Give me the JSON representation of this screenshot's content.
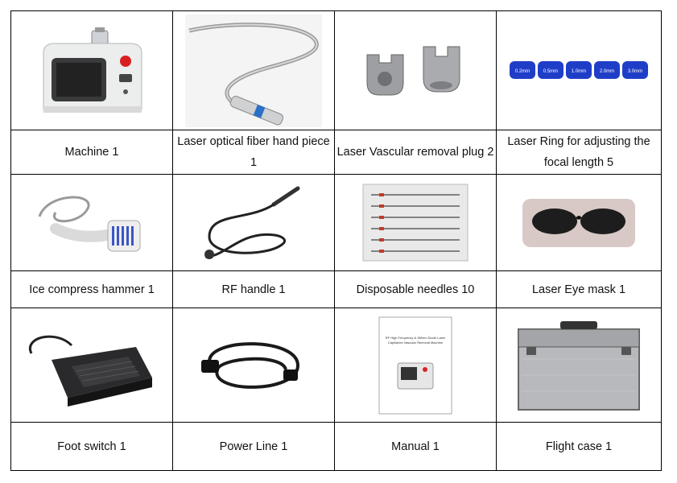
{
  "items": [
    {
      "label": "Machine 1"
    },
    {
      "label": "Laser optical fiber hand piece 1"
    },
    {
      "label": "Laser Vascular removal plug 2"
    },
    {
      "label": "Laser Ring for adjusting the focal length 5"
    },
    {
      "label": "Ice compress hammer 1"
    },
    {
      "label": "RF handle 1"
    },
    {
      "label": "Disposable needles 10"
    },
    {
      "label": "Laser Eye mask 1"
    },
    {
      "label": "Foot switch 1"
    },
    {
      "label": "Power Line 1"
    },
    {
      "label": "Manual 1"
    },
    {
      "label": "Flight case 1"
    }
  ],
  "ring_sizes": [
    "0.2mm",
    "0.5mm",
    "1.0mm",
    "2.0mm",
    "3.0mm"
  ],
  "manual_cover_text": [
    "RF High Frequency & 980nm Diode Laser",
    "Capillaries Vascular Removal Machine"
  ],
  "colors": {
    "border": "#000000",
    "ring_blue": "#1f3ec8",
    "machine_white": "#e9e9ea",
    "case_silver": "#b7b9bc"
  }
}
